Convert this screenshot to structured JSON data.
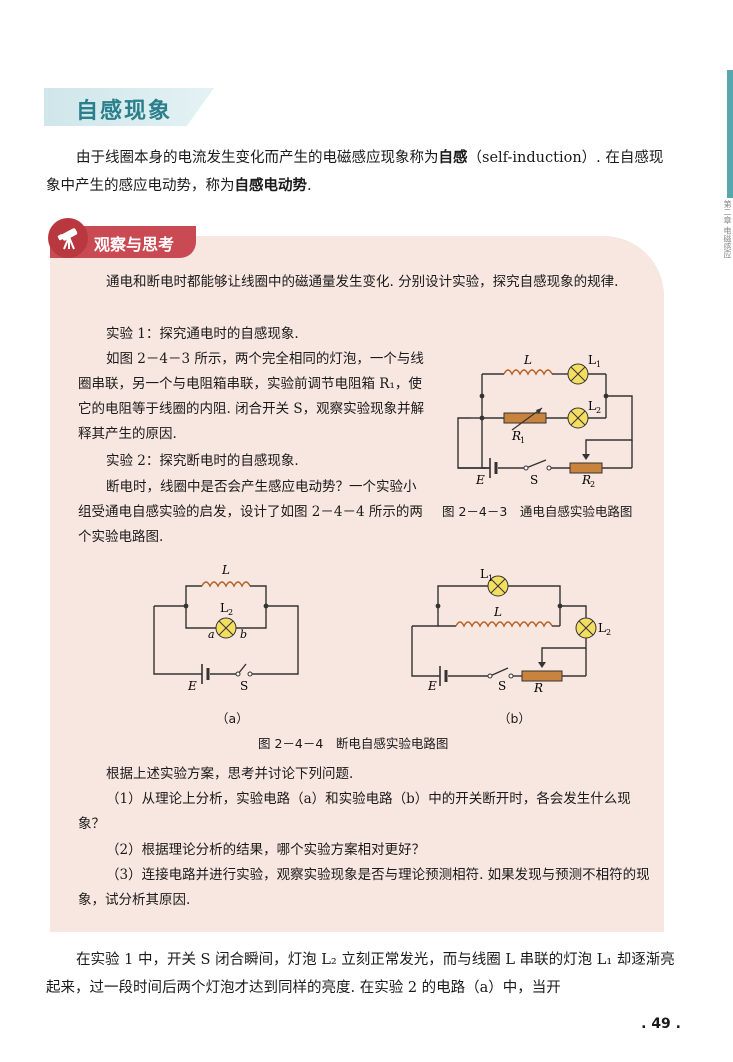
{
  "section": {
    "title": "自感现象"
  },
  "sidebar": {
    "text": "第二章 电磁感应"
  },
  "intro": {
    "p1_a": "由于线圈本身的电流发生变化而产生的电磁感应现象称为",
    "p1_term": "自感",
    "p1_b": "（self-induction）. 在自感现象中产生的感应电动势，称为",
    "p1_term2": "自感电动势",
    "p1_c": "."
  },
  "observe": {
    "title": "观察与思考",
    "t1": "通电和断电时都能够让线圈中的磁通量发生变化. 分别设计实验，探究自感现象的规律.",
    "t2": "实验 1：探究通电时的自感现象.",
    "t3": "如图 2－4－3 所示，两个完全相同的灯泡，一个与线圈串联，另一个与电阻箱串联，实验前调节电阻箱 R₁，使它的电阻等于线圈的内阻. 闭合开关 S，观察实验现象并解释其产生的原因.",
    "t4": "实验 2：探究断电时的自感现象.",
    "t5": "断电时，线圈中是否会产生感应电动势？一个实验小组受通电自感实验的启发，设计了如图 2－4－4 所示的两个实验电路图.",
    "t6": "根据上述实验方案，思考并讨论下列问题.",
    "t7": "（1）从理论上分析，实验电路（a）和实验电路（b）中的开关断开时，各会发生什么现象？",
    "t8": "（2）根据理论分析的结果，哪个实验方案相对更好？",
    "t9": "（3）连接电路并进行实验，观察实验现象是否与理论预测相符. 如果发现与预测不相符的现象，试分析其原因."
  },
  "figures": {
    "fig243_caption": "图 2－4－3　通电自感实验电路图",
    "fig244_caption": "图 2－4－4　断电自感实验电路图",
    "sub_a": "（a）",
    "sub_b": "（b）",
    "labels": {
      "L": "L",
      "L1": "L",
      "L1_sub": "1",
      "L2": "L",
      "L2_sub": "2",
      "R1": "R",
      "R1_sub": "1",
      "R2": "R",
      "R2_sub": "2",
      "R": "R",
      "E": "E",
      "S": "S",
      "a": "a",
      "b": "b"
    }
  },
  "bottom": {
    "text": "在实验 1 中，开关 S 闭合瞬间，灯泡 L₂ 立刻正常发光，而与线圈 L 串联的灯泡 L₁ 却逐渐亮起来，过一段时间后两个灯泡才达到同样的亮度. 在实验 2 的电路（a）中，当开"
  },
  "page": {
    "number": ". 49 ."
  },
  "colors": {
    "accent": "#2b7f8c",
    "observe_bg": "#f8e6e0",
    "observe_tab": "#c94a52",
    "bulb": "#f4de62",
    "resistor": "#c8843e"
  }
}
